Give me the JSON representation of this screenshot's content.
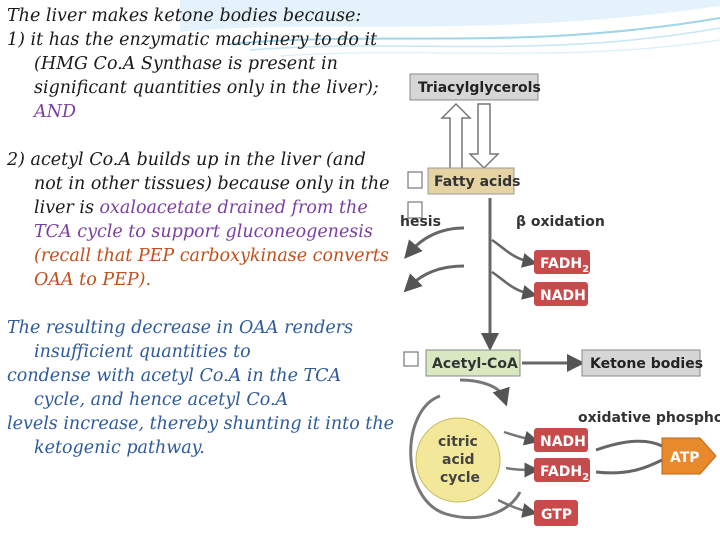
{
  "text": {
    "p1_line1": "The liver makes ketone bodies because:",
    "p1_item1_a": "1)  it has the enzymatic machinery to do it (HMG Co.A Synthase is present in significant quantities only in the liver); ",
    "p1_item1_and": "AND",
    "p2_a": "2) acetyl Co.A builds up in the liver (and not in other tissues) because only in the liver is ",
    "p2_oaa": "oxaloacetate drained from the TCA cycle to support gluconeogenesis",
    "p2_recall": " (recall that PEP carboxykinase converts OAA to PEP).",
    "p3_a": "The resulting decrease in OAA renders insufficient quantities to",
    "p3_b": "condense with acetyl Co.A in the TCA cycle, and hence acetyl Co.A",
    "p3_c": "levels increase, thereby shunting it into the ketogenic pathway."
  },
  "diagram": {
    "triacylglycerols": "Triacylglycerols",
    "fatty_acids": "Fatty acids",
    "synthesis_partial": "hesis",
    "beta_oxidation": "β oxidation",
    "fadh2_top": "FADH",
    "fadh2_top_sub": "2",
    "nadh_top": "NADH",
    "acetyl_coa": "Acetyl-CoA",
    "ketone_bodies": "Ketone bodies",
    "oxidative_phosphor": "oxidative phosphor",
    "citric_1": "citric",
    "citric_2": "acid",
    "citric_3": "cycle",
    "nadh_bottom": "NADH",
    "fadh2_bottom": "FADH",
    "fadh2_bottom_sub": "2",
    "atp": "ATP",
    "gtp": "GTP"
  },
  "colors": {
    "gray_box": "#d6d6d6",
    "tan_box": "#e6d3a3",
    "red_box": "#c94a4a",
    "green_box": "#d8e9c2",
    "citric_circle": "#f3e89a",
    "atp_orange": "#e88a2c",
    "purple_text": "#7b3fa0",
    "orange_text": "#c0501c"
  }
}
